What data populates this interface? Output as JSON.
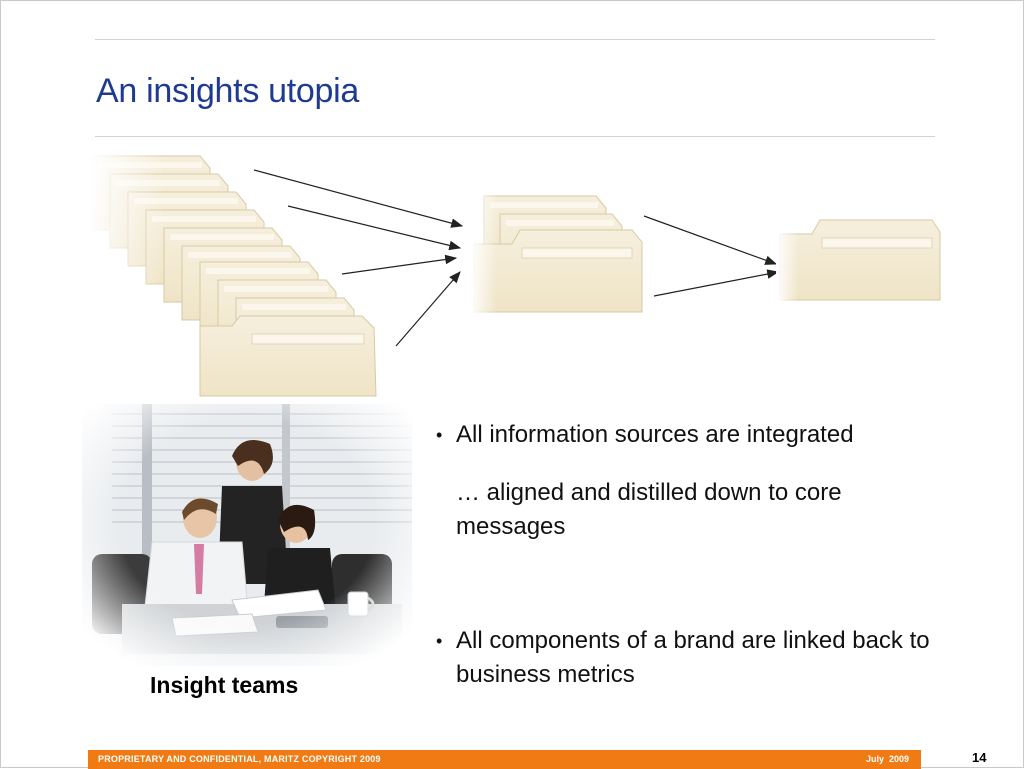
{
  "slide": {
    "title": "An insights utopia",
    "page_number": "14"
  },
  "diagram": {
    "description_icons": [
      "folder-icon"
    ]
  },
  "photo": {
    "caption": "Insight teams"
  },
  "bullets": {
    "item1": "All information sources are integrated",
    "item2": "… aligned and distilled down to core messages",
    "item3": "All components of a brand are linked back to business metrics"
  },
  "footer": {
    "left_text": "PROPRIETARY AND CONFIDENTIAL, MARITZ COPYRIGHT 2009",
    "right_text": "July  2009",
    "bar_color": "#f07b14"
  },
  "colors": {
    "title": "#1f3a93",
    "folder_fill": "#f3ead4",
    "folder_tab": "#e9dcbc"
  }
}
